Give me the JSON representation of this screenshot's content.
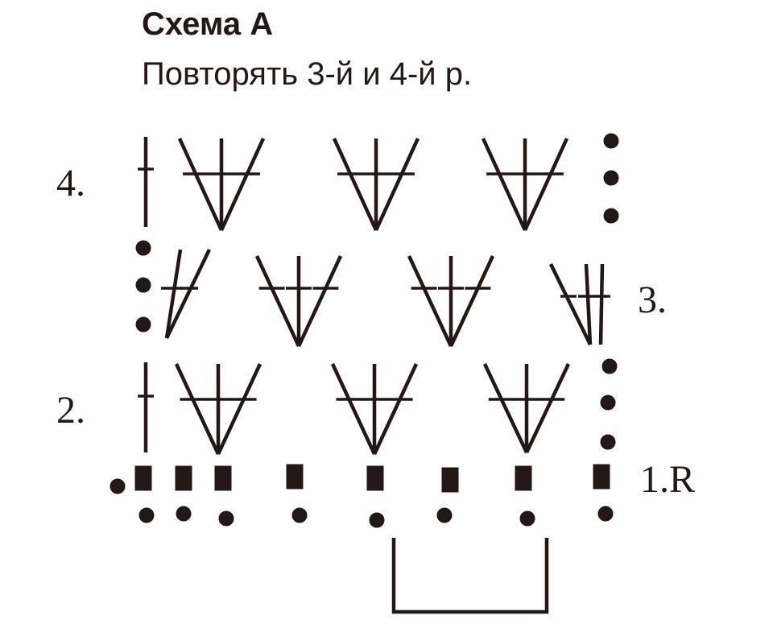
{
  "title": "Схема А",
  "subtitle": "Повторять 3-й и 4-й р.",
  "row_labels": {
    "row1": "1.R",
    "row2": "2.",
    "row3": "3.",
    "row4": "4."
  },
  "colors": {
    "ink": "#231815",
    "background": "#ffffff"
  },
  "symbols": {
    "chain": "chain-stitch-icon",
    "cluster": "treble-cluster-icon",
    "single": "treble-stitch-icon",
    "marker": "filled-square-icon",
    "repeat": "repeat-bracket"
  }
}
